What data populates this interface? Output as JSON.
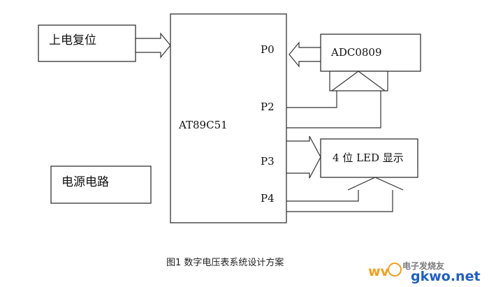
{
  "blocks": {
    "power_on_reset": "上电复位",
    "mcu": "AT89C51",
    "adc": "ADC0809",
    "led_display": "4 位 LED 显示",
    "power_circuit": "电源电路"
  },
  "ports": {
    "p0": "P0",
    "p2": "P2",
    "p3": "P3",
    "p4": "P4"
  },
  "caption": "图1  数字电压表系统设计方案",
  "watermark": {
    "left": "wv",
    "middle": "电子发烧友",
    "right": "gkwo.net",
    "colors": {
      "left": "#f0a020",
      "middle": "#7a7a7a",
      "right": "#2060c0"
    }
  }
}
